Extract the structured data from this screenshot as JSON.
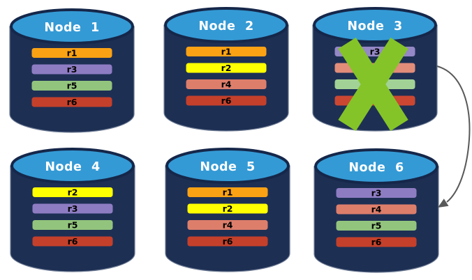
{
  "colors": {
    "background": "#FFFFFF",
    "cylinder_body": "#1E2F54",
    "cylinder_top": "#349AD5",
    "cylinder_rim": "#15274A",
    "cylinder_outline": "#6E7C94",
    "node_title_text": "#FFFFFF",
    "replica_label_text": "#000000",
    "failure_x": "#84C428",
    "arrow": "#595959"
  },
  "nodes": [
    {
      "title": "Node 1",
      "failed": false,
      "replicas": [
        {
          "label": "r1",
          "color": "#FBA214"
        },
        {
          "label": "r3",
          "color": "#8E7CC3"
        },
        {
          "label": "r5",
          "color": "#93C47D"
        },
        {
          "label": "r6",
          "color": "#C4402A"
        }
      ]
    },
    {
      "title": "Node 2",
      "failed": false,
      "replicas": [
        {
          "label": "r1",
          "color": "#FBA214"
        },
        {
          "label": "r2",
          "color": "#FFFF00"
        },
        {
          "label": "r4",
          "color": "#DD7E6B"
        },
        {
          "label": "r6",
          "color": "#C4402A"
        }
      ]
    },
    {
      "title": "Node 3",
      "failed": true,
      "replicas": [
        {
          "label": "r3",
          "color": "#9488C6"
        },
        {
          "label": "r4",
          "color": "#E28D7A"
        },
        {
          "label": "r5",
          "color": "#A2D295"
        },
        {
          "label": "r6",
          "color": "#CB4732"
        }
      ]
    },
    {
      "title": "Node 4",
      "failed": false,
      "replicas": [
        {
          "label": "r2",
          "color": "#FFFF00"
        },
        {
          "label": "r3",
          "color": "#8E7CC3"
        },
        {
          "label": "r5",
          "color": "#93C47D"
        },
        {
          "label": "r6",
          "color": "#C4402A"
        }
      ]
    },
    {
      "title": "Node 5",
      "failed": false,
      "replicas": [
        {
          "label": "r1",
          "color": "#FBA214"
        },
        {
          "label": "r2",
          "color": "#FFFF00"
        },
        {
          "label": "r4",
          "color": "#DD7E6B"
        },
        {
          "label": "r6",
          "color": "#C4402A"
        }
      ]
    },
    {
      "title": "Node 6",
      "failed": false,
      "replicas": [
        {
          "label": "r3",
          "color": "#8E7CC3"
        },
        {
          "label": "r4",
          "color": "#DD7E6B"
        },
        {
          "label": "r5",
          "color": "#93C47D"
        },
        {
          "label": "r6",
          "color": "#C4402A"
        }
      ]
    }
  ],
  "failure": {
    "failed_node": "Node 3",
    "symbol": "X"
  },
  "arrow": {
    "from": "Node 3",
    "to": "Node 6"
  }
}
